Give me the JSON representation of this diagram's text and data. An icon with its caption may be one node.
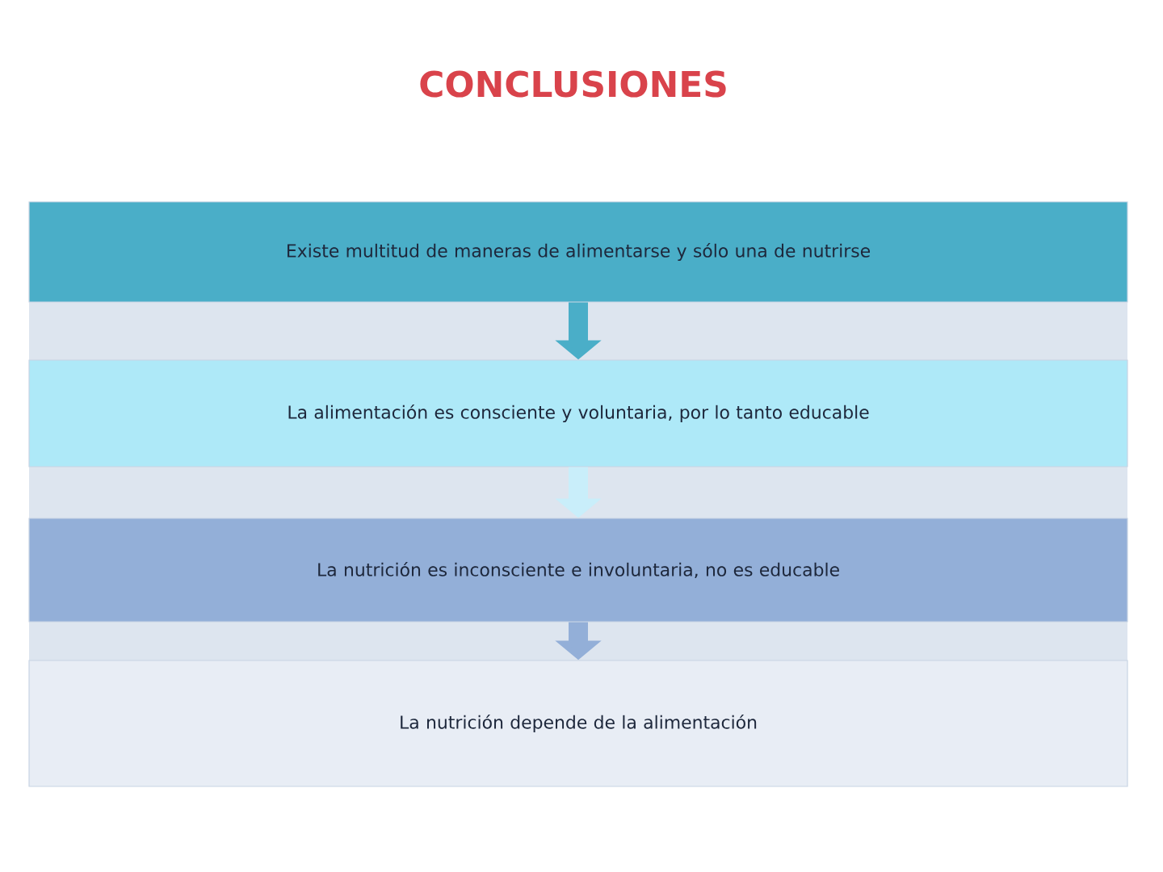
{
  "diagram": {
    "title": "CONCLUSIONES",
    "nodes": [
      {
        "text": [
          "Existe multitud de maneras de alimentarse y sólo una de nutrirse"
        ]
      },
      {
        "text": [
          "La alimentación es consciente y voluntaria, por lo tanto educable"
        ]
      },
      {
        "text": [
          "La nutrición es inconsciente e involuntaria, no es educable"
        ]
      },
      {
        "text": [
          "La nutrición depende de la alimentación"
        ]
      }
    ],
    "edges": [
      {
        "from": 0,
        "to": 1,
        "arrow": "to",
        "color": "#4aaec8"
      },
      {
        "from": 1,
        "to": 2,
        "arrow": "to",
        "color": "#c9eefa"
      },
      {
        "from": 2,
        "to": 3,
        "arrow": "to",
        "color": "#93afd8"
      }
    ]
  }
}
